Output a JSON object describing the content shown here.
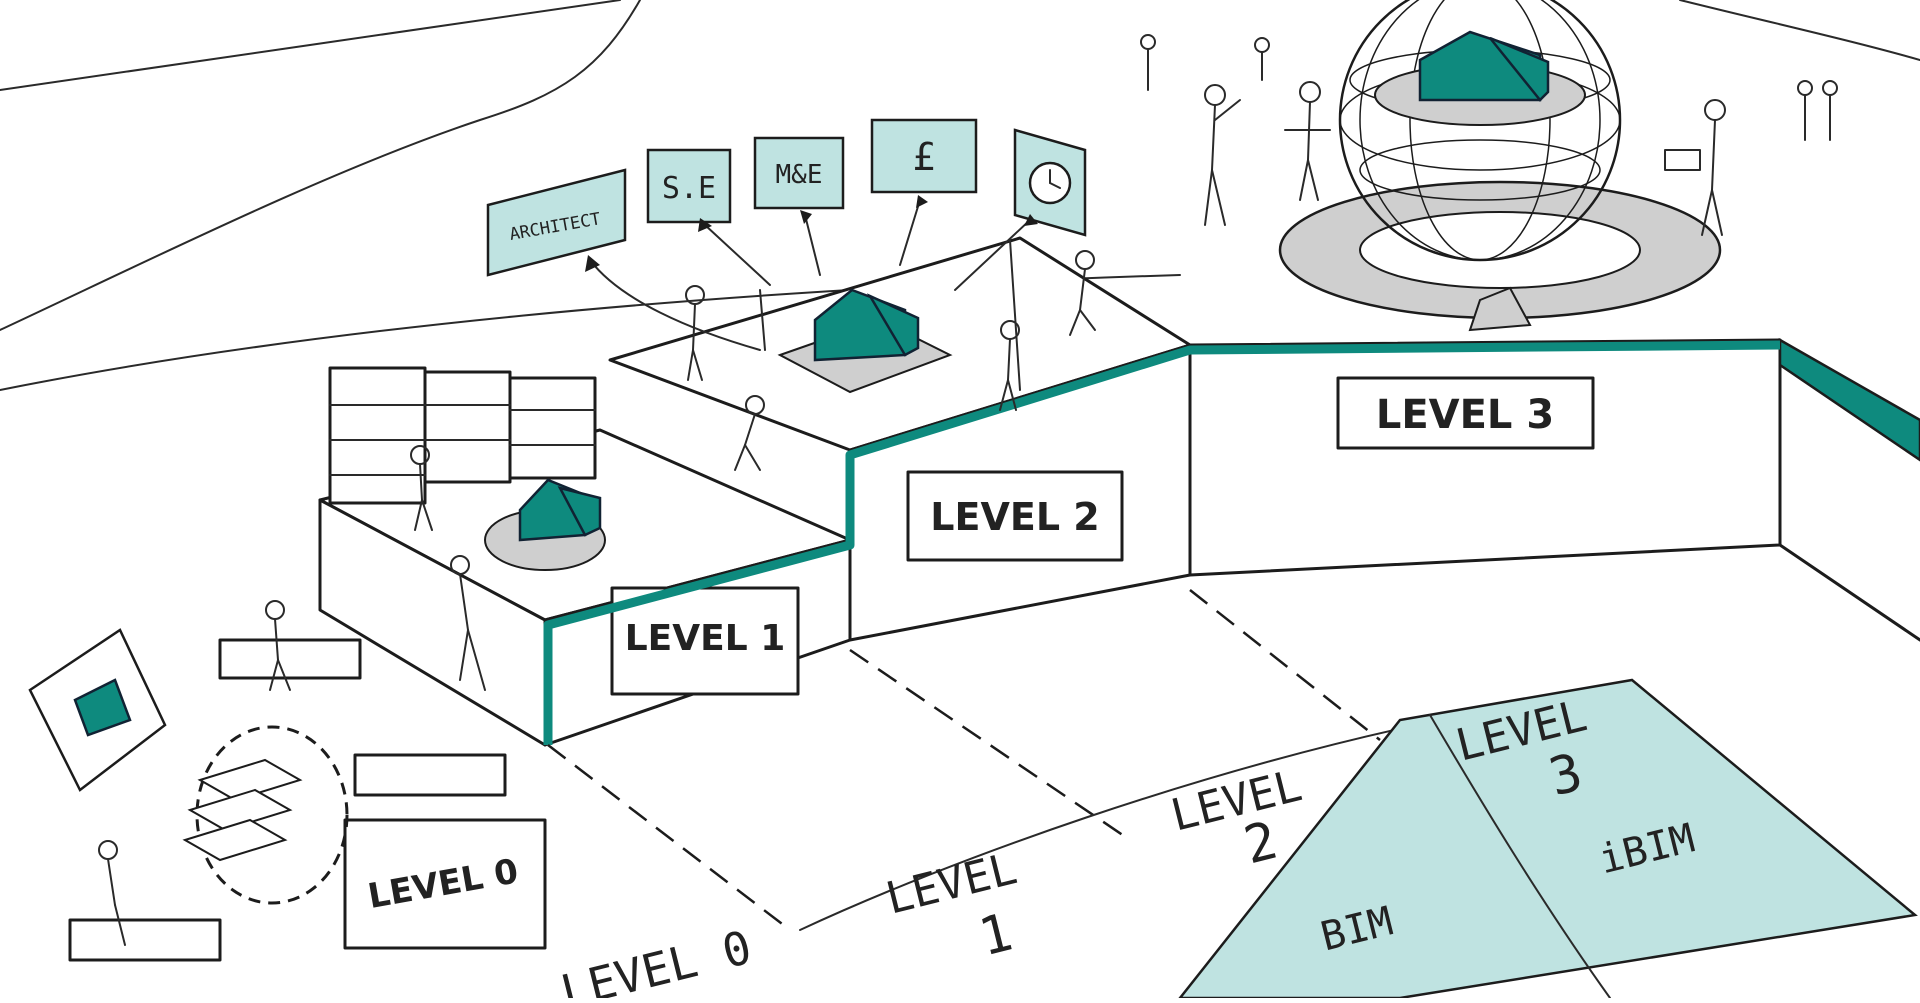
{
  "colors": {
    "teal": "#0e8a7e",
    "light_teal": "#bfe3e1",
    "grey": "#cfcfcf",
    "ink": "#1c1c1c"
  },
  "steps": {
    "level0": "LEVEL 0",
    "level1": "LEVEL 1",
    "level2": "LEVEL 2",
    "level3": "LEVEL 3"
  },
  "disciplines": [
    "ARCHITECT",
    "S.E",
    "M&E",
    "£"
  ],
  "floor": {
    "level0": "LEVEL 0",
    "level1": [
      "LEVEL",
      "1"
    ],
    "level2": [
      "LEVEL",
      "2"
    ],
    "level3": [
      "LEVEL",
      "3"
    ],
    "bim": "BIM",
    "ibim": "iBIM"
  }
}
